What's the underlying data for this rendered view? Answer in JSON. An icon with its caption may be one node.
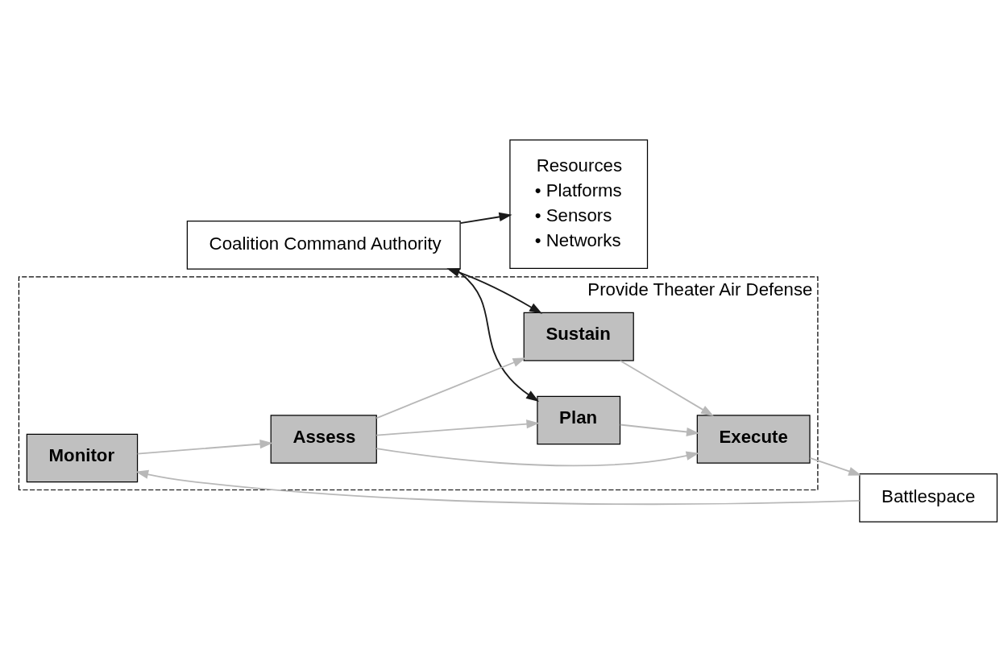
{
  "diagram": {
    "nodes": [
      {
        "text": [
          "Resources",
          "• Platforms",
          "• Sensors",
          "• Networks"
        ]
      },
      {
        "text": [
          "Coalition Command Authority"
        ]
      },
      {
        "text": [
          "Provide Theater Air Defense"
        ]
      },
      {
        "text": [
          "Sustain"
        ],
        "in": 2
      },
      {
        "text": [
          "Plan"
        ],
        "in": 2
      },
      {
        "text": [
          "Monitor"
        ],
        "in": 2
      },
      {
        "text": [
          "Assess"
        ],
        "in": 2
      },
      {
        "text": [
          "Execute"
        ],
        "in": 2
      },
      {
        "text": [
          "Battlespace"
        ]
      }
    ],
    "edges": [
      {
        "from": 1,
        "to": 0,
        "arrow": "to",
        "color": "#1a1a1a"
      },
      {
        "from": 1,
        "to": 3,
        "arrow": "both",
        "color": "#1a1a1a"
      },
      {
        "from": 1,
        "to": 4,
        "arrow": "to",
        "color": "#1a1a1a"
      },
      {
        "from": 5,
        "to": 6,
        "arrow": "to"
      },
      {
        "from": 6,
        "to": 3,
        "arrow": "to"
      },
      {
        "from": 6,
        "to": 4,
        "arrow": "to"
      },
      {
        "from": 6,
        "to": 7,
        "arrow": "to"
      },
      {
        "from": 3,
        "to": 7,
        "arrow": "to"
      },
      {
        "from": 4,
        "to": 7,
        "arrow": "to"
      },
      {
        "from": 7,
        "to": 8,
        "arrow": "to"
      },
      {
        "from": 8,
        "to": 5,
        "arrow": "to"
      }
    ]
  }
}
